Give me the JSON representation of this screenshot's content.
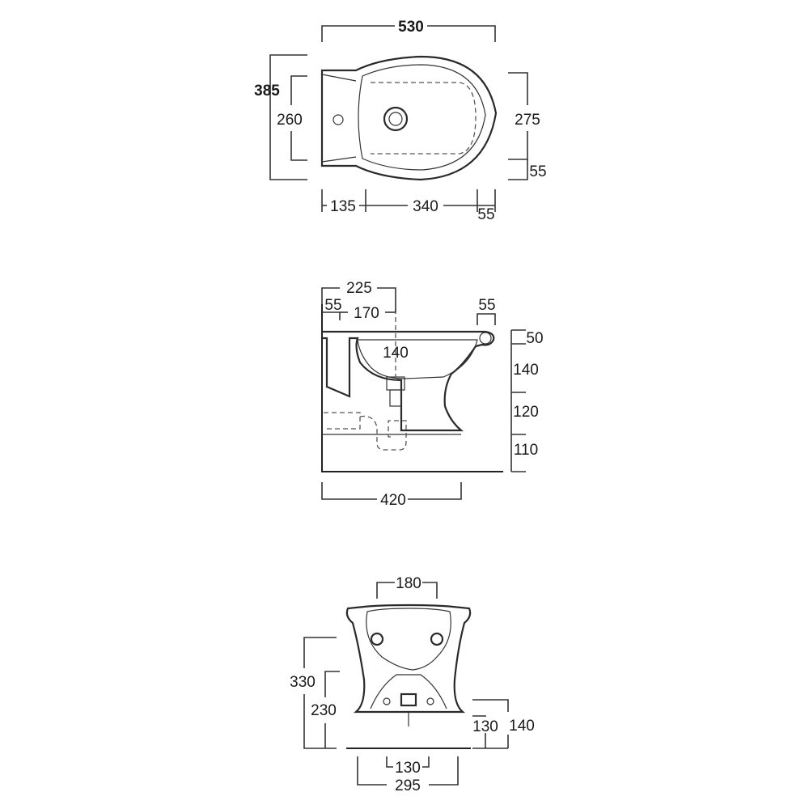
{
  "colors": {
    "line": "#2a2a2a",
    "text": "#1a1a1a",
    "background": "#ffffff"
  },
  "top_view": {
    "width_total": "530",
    "depth_total": "385",
    "depth_inner": "260",
    "depth_right": "275",
    "depth_right_lower": "55",
    "bottom_left": "135",
    "bottom_mid": "340",
    "bottom_right": "55"
  },
  "side_view": {
    "top_225": "225",
    "top_left_55": "55",
    "top_170": "170",
    "top_right_55": "55",
    "center_140": "140",
    "right_50": "50",
    "right_140": "140",
    "right_120": "120",
    "right_110": "110",
    "bottom_420": "420"
  },
  "front_view": {
    "top_180": "180",
    "left_330": "330",
    "left_230": "230",
    "right_130": "130",
    "right_140": "140",
    "bottom_130": "130",
    "bottom_295": "295"
  }
}
